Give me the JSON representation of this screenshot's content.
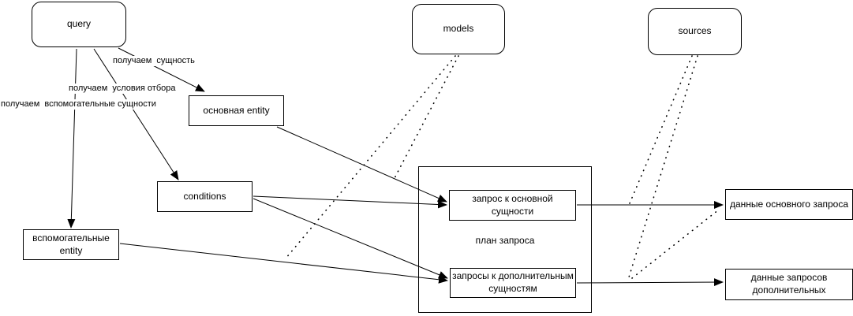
{
  "diagram": {
    "colors": {
      "background": "#ffffff",
      "node_fill": "#ffffff",
      "node_border": "#000000",
      "line": "#000000"
    },
    "nodes": {
      "query": {
        "label": "query",
        "shape": "rounded"
      },
      "models": {
        "label": "models",
        "shape": "rounded"
      },
      "sources": {
        "label": "sources",
        "shape": "rounded"
      },
      "main_entity": {
        "label": "основная entity",
        "shape": "rect"
      },
      "conditions": {
        "label": "conditions",
        "shape": "rect"
      },
      "aux_entity": {
        "label": "вспомогательные entity",
        "shape": "rect"
      },
      "query_plan": {
        "label": "план запроса",
        "shape": "group"
      },
      "main_query": {
        "label": "запрос к основной сущности",
        "shape": "rect"
      },
      "additional_queries": {
        "label": "запросы к дополнительным сущностям",
        "shape": "rect"
      },
      "main_query_data": {
        "label": "данные основного запроса",
        "shape": "rect"
      },
      "additional_queries_data": {
        "label": "данные запросов дополнительных",
        "shape": "rect"
      }
    },
    "edge_labels": {
      "get_entity": "получаем  сущность",
      "get_conditions": "получаем  условия отбора",
      "get_aux_entities": "получаем  вспомогательные сущности"
    },
    "edges": {
      "solid_arrows": [
        "query -> main_entity",
        "query -> conditions",
        "query -> aux_entity",
        "main_entity -> main_query",
        "conditions -> main_query",
        "conditions -> additional_queries",
        "aux_entity -> additional_queries",
        "main_query -> main_query_data",
        "additional_queries -> additional_queries_data"
      ],
      "dotted_links": [
        "models -> (main_entity -> main_query)",
        "models -> (aux_entity -> additional_queries)",
        "sources -> (main_query -> main_query_data)",
        "sources -> (additional_queries -> additional_queries_data)",
        "(additional_queries -> additional_queries_data) -> main_query_data"
      ]
    }
  }
}
